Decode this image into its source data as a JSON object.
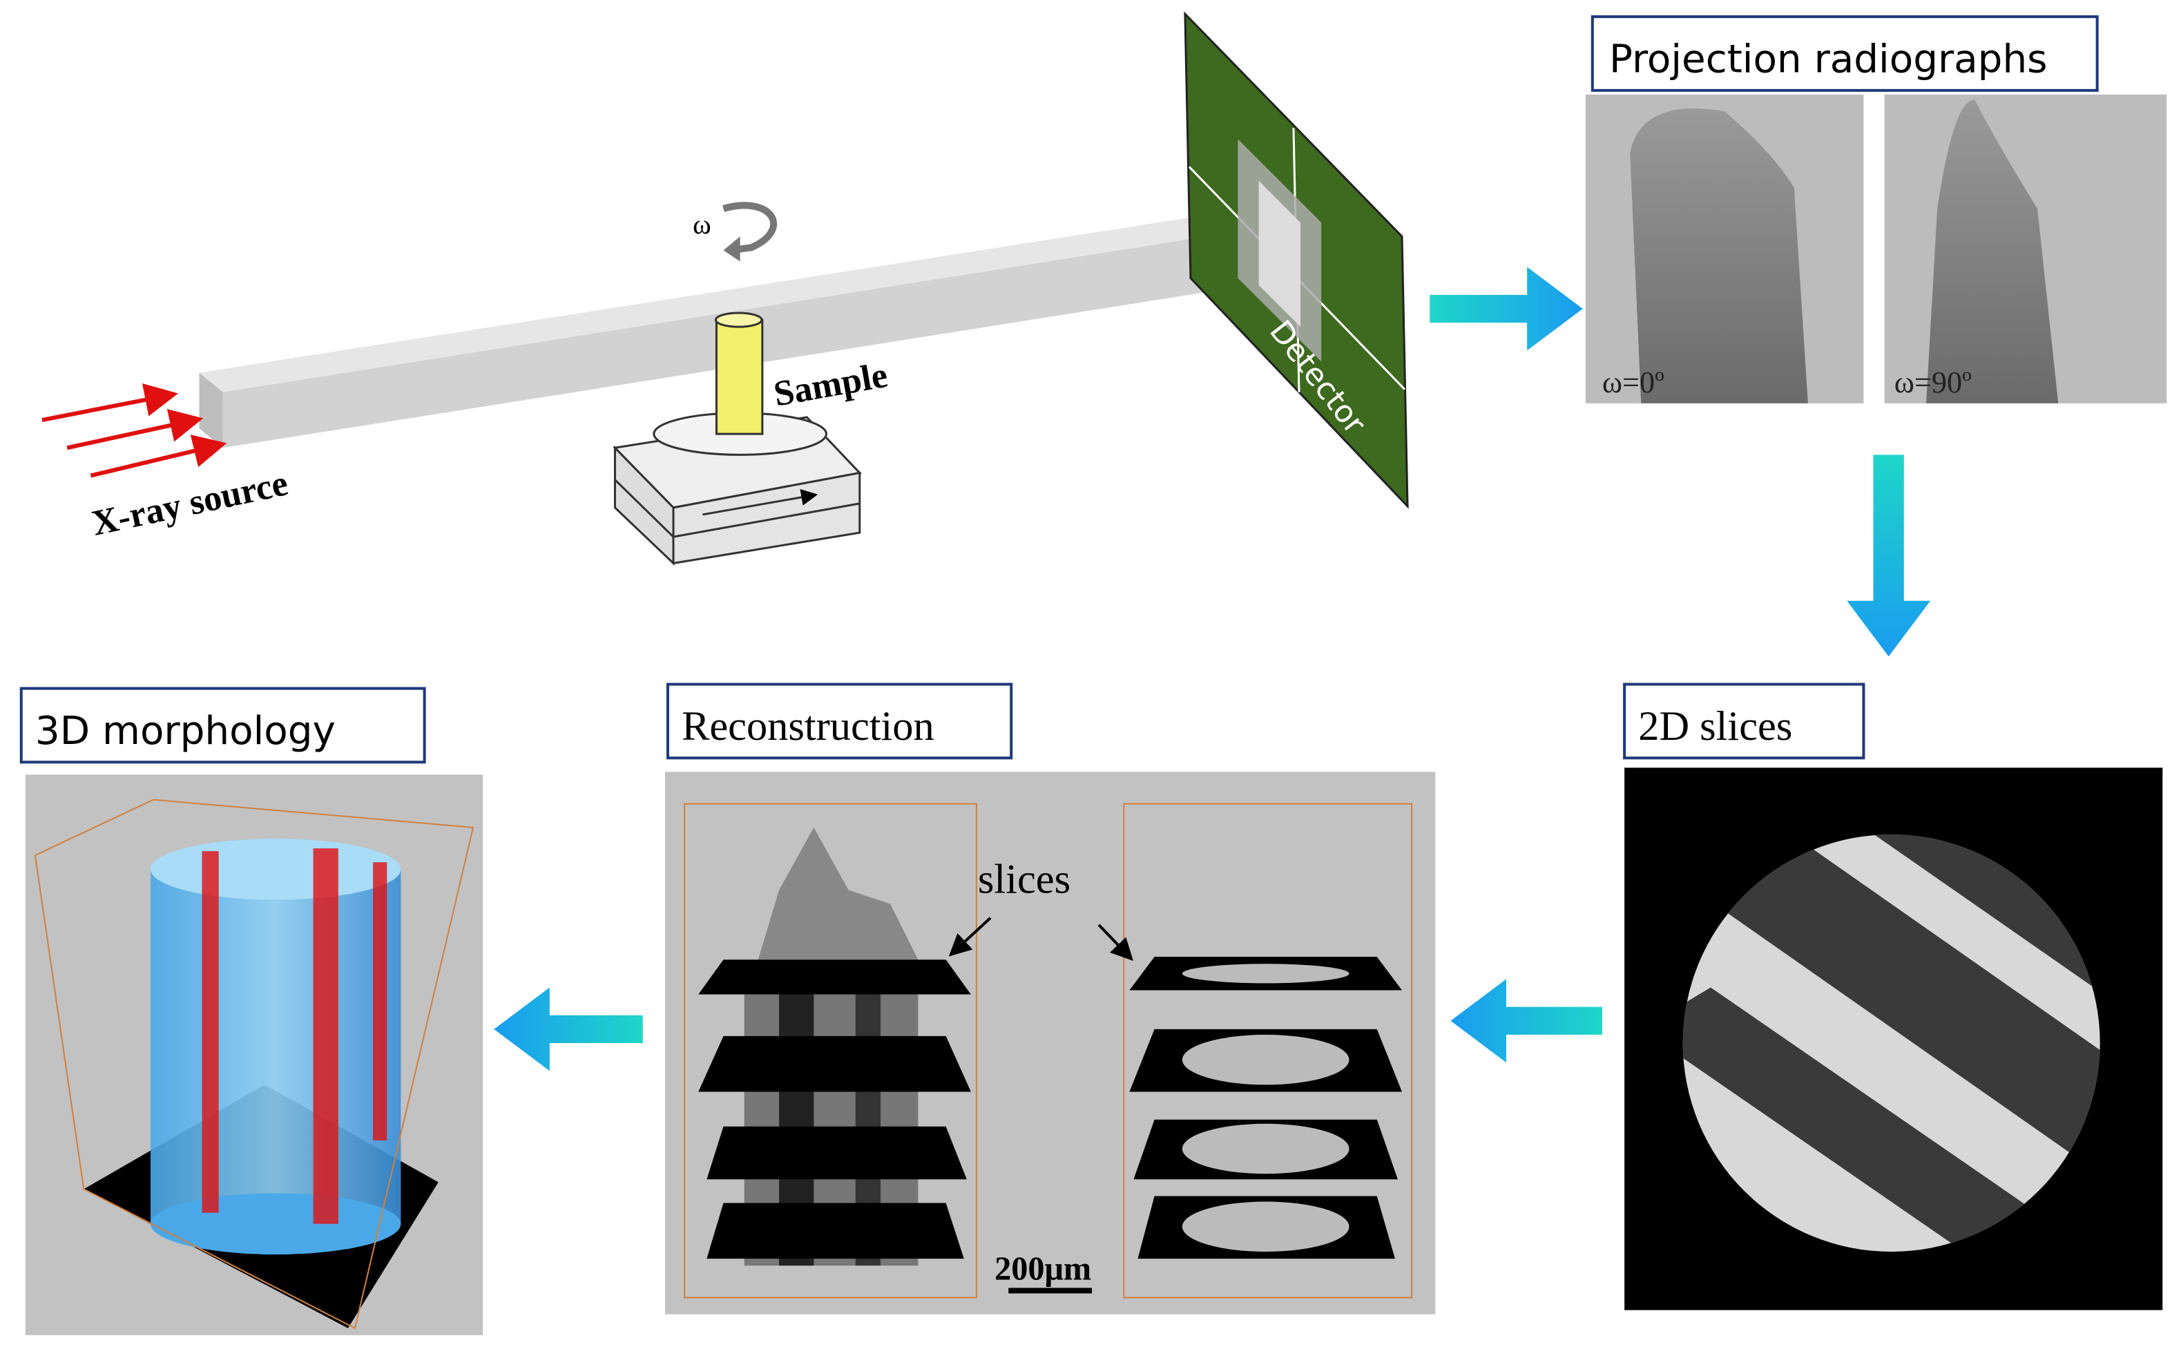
{
  "setup": {
    "xray_source": "X-ray source",
    "sample": "Sample",
    "rotation_symbol": "ω",
    "detector": "Detector"
  },
  "projection": {
    "title": "Projection radiographs",
    "images": [
      {
        "caption": "ω=0º"
      },
      {
        "caption": "ω=90º"
      }
    ]
  },
  "slices2d": {
    "title": "2D slices"
  },
  "reconstruction": {
    "title": "Reconstruction",
    "annotation": "slices",
    "scale_bar": "200μm"
  },
  "morphology": {
    "title": "3D morphology"
  },
  "colors": {
    "arrow_start": "#1fd6c8",
    "arrow_end": "#1a9cf0",
    "label_border": "#1f3a7a",
    "detector": "#3d6a1e",
    "xray": "#e01010",
    "sample": "#f2ef6a"
  }
}
